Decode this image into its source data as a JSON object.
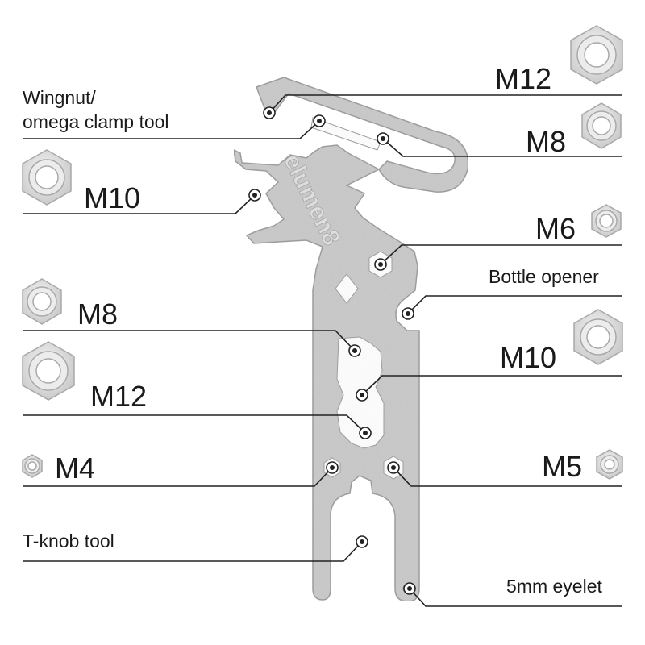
{
  "brand": "elumen8",
  "labels": {
    "wingnut_line1": "Wingnut/",
    "wingnut_line2": "omega clamp tool",
    "m12_top": "M12",
    "m8_top": "M8",
    "m10_left": "M10",
    "m6": "M6",
    "bottle_opener": "Bottle opener",
    "m8_left": "M8",
    "m10_right": "M10",
    "m12_left": "M12",
    "m4": "M4",
    "m5": "M5",
    "t_knob": "T-knob tool",
    "eyelet": "5mm eyelet"
  },
  "colors": {
    "metal": "#c9c9c9",
    "metal_edge": "#9a9a9a",
    "line": "#222222",
    "nut": "#e2e2e2",
    "text": "#1a1a1a"
  }
}
